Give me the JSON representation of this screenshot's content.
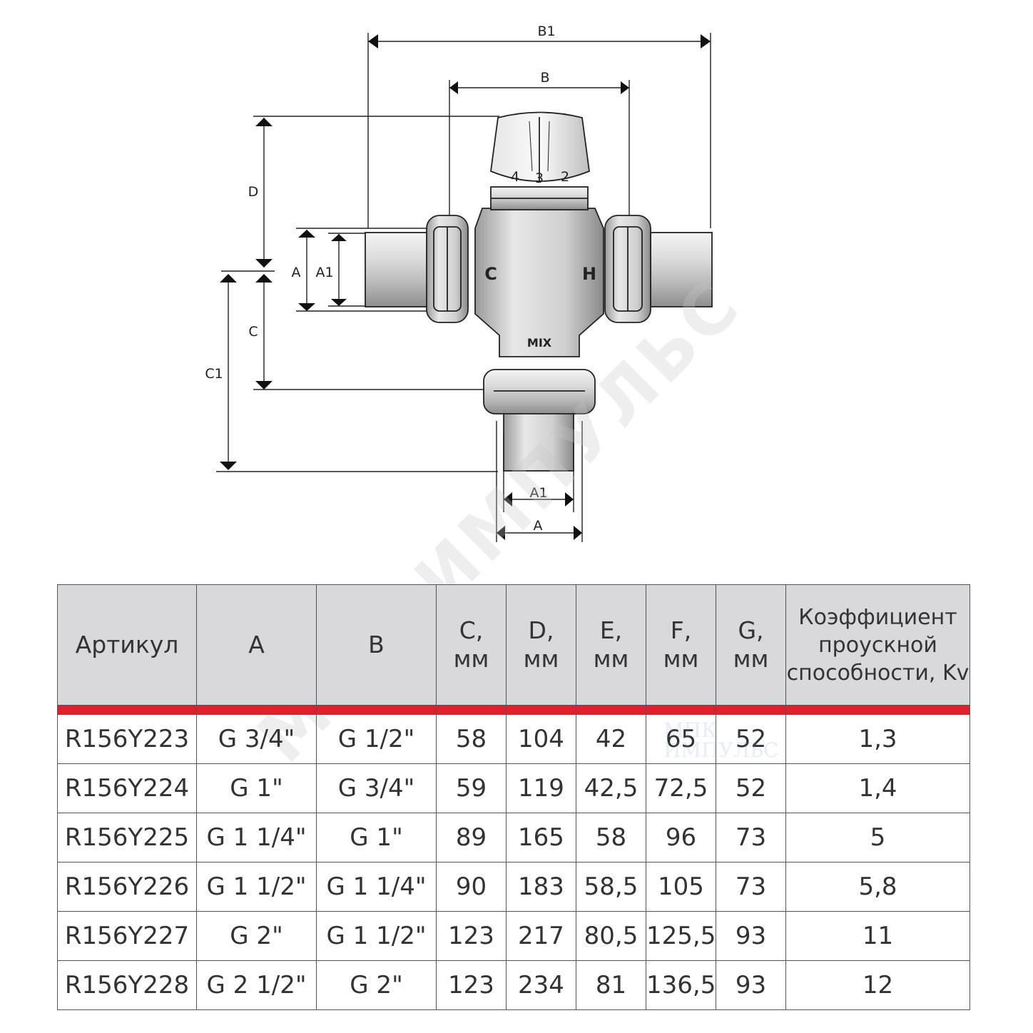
{
  "drawing": {
    "dimension_labels": {
      "b1": "B1",
      "b": "B",
      "d": "D",
      "a_left": "A",
      "a1_left": "A1",
      "c": "C",
      "c1": "C1",
      "a1_bottom": "A1",
      "a_bottom": "A"
    },
    "dial_numbers": [
      "4",
      "3",
      "2"
    ],
    "port_marks": {
      "cold": "C",
      "hot": "H",
      "mix": "MIX"
    }
  },
  "watermark": {
    "text": "МПК ИМПУЛЬС",
    "small_line1": "МПК",
    "small_line2": "ИМПУЛЬС"
  },
  "table": {
    "headers": {
      "article": "Артикул",
      "a": "A",
      "b": "B",
      "c_l1": "C,",
      "c_l2": "мм",
      "d_l1": "D,",
      "d_l2": "мм",
      "e_l1": "E,",
      "e_l2": "мм",
      "f_l1": "F,",
      "f_l2": "мм",
      "g_l1": "G,",
      "g_l2": "мм",
      "kv_l1": "Коэффициент",
      "kv_l2": "проускной",
      "kv_l3": "способности, Kv"
    },
    "accent_color": "#e41f2b",
    "rows": [
      {
        "article": "R156Y223",
        "a": "G 3/4\"",
        "b": "G 1/2\"",
        "c": "58",
        "d": "104",
        "e": "42",
        "f": "65",
        "g": "52",
        "kv": "1,3"
      },
      {
        "article": "R156Y224",
        "a": "G 1\"",
        "b": "G 3/4\"",
        "c": "59",
        "d": "119",
        "e": "42,5",
        "f": "72,5",
        "g": "52",
        "kv": "1,4"
      },
      {
        "article": "R156Y225",
        "a": "G 1 1/4\"",
        "b": "G 1\"",
        "c": "89",
        "d": "165",
        "e": "58",
        "f": "96",
        "g": "73",
        "kv": "5"
      },
      {
        "article": "R156Y226",
        "a": "G 1 1/2\"",
        "b": "G 1 1/4\"",
        "c": "90",
        "d": "183",
        "e": "58,5",
        "f": "105",
        "g": "73",
        "kv": "5,8"
      },
      {
        "article": "R156Y227",
        "a": "G 2\"",
        "b": "G 1 1/2\"",
        "c": "123",
        "d": "217",
        "e": "80,5",
        "f": "125,5",
        "g": "93",
        "kv": "11"
      },
      {
        "article": "R156Y228",
        "a": "G 2 1/2\"",
        "b": "G 2\"",
        "c": "123",
        "d": "234",
        "e": "81",
        "f": "136,5",
        "g": "93",
        "kv": "12"
      }
    ]
  }
}
